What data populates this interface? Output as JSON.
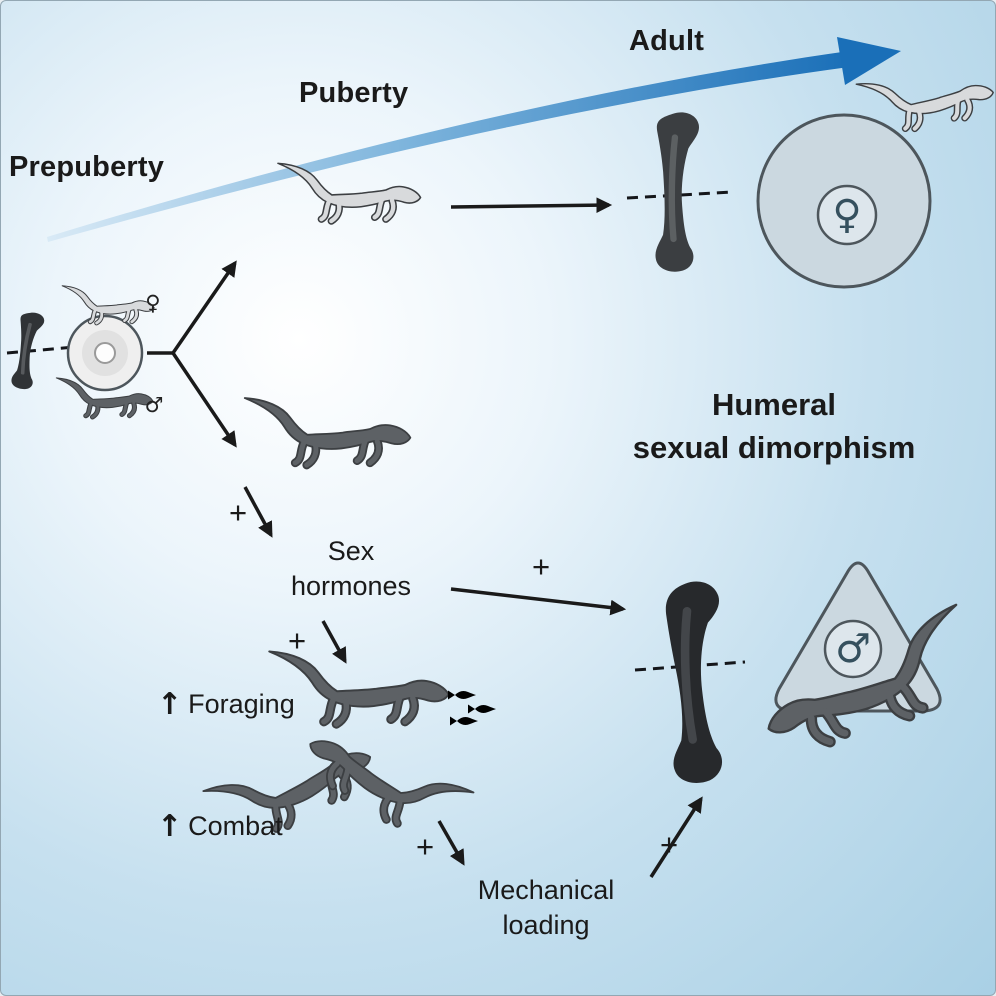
{
  "colors": {
    "bg_outer": "#a9d0e5",
    "bg_mid": "#c6e0ef",
    "bg_inner": "#ffffff",
    "ink": "#1a1a1a",
    "timeline_start": "#d9eaf6",
    "timeline_mid": "#7db4dc",
    "timeline_end": "#1a6fb8",
    "lizard_light": "#d8dadc",
    "lizard_dark": "#5d6165",
    "outline": "#3c3f42",
    "bone_female": "#3b3e41",
    "bone_male": "#27292c",
    "section_fill": "#cbd8e0",
    "section_stroke": "#4d565c"
  },
  "timeline": {
    "stages": [
      {
        "label": "Prepuberty"
      },
      {
        "label": "Puberty"
      },
      {
        "label": "Adult"
      }
    ]
  },
  "title": {
    "line1": "Humeral",
    "line2": "sexual dimorphism"
  },
  "pathway": {
    "sex_hormones_line1": "Sex",
    "sex_hormones_line2": "hormones",
    "foraging": "Foraging",
    "combat": "Combat",
    "mech_line1": "Mechanical",
    "mech_line2": "loading"
  },
  "symbols": {
    "plus": "+",
    "up_arrow": "↑",
    "female": "♀",
    "male": "♂"
  }
}
